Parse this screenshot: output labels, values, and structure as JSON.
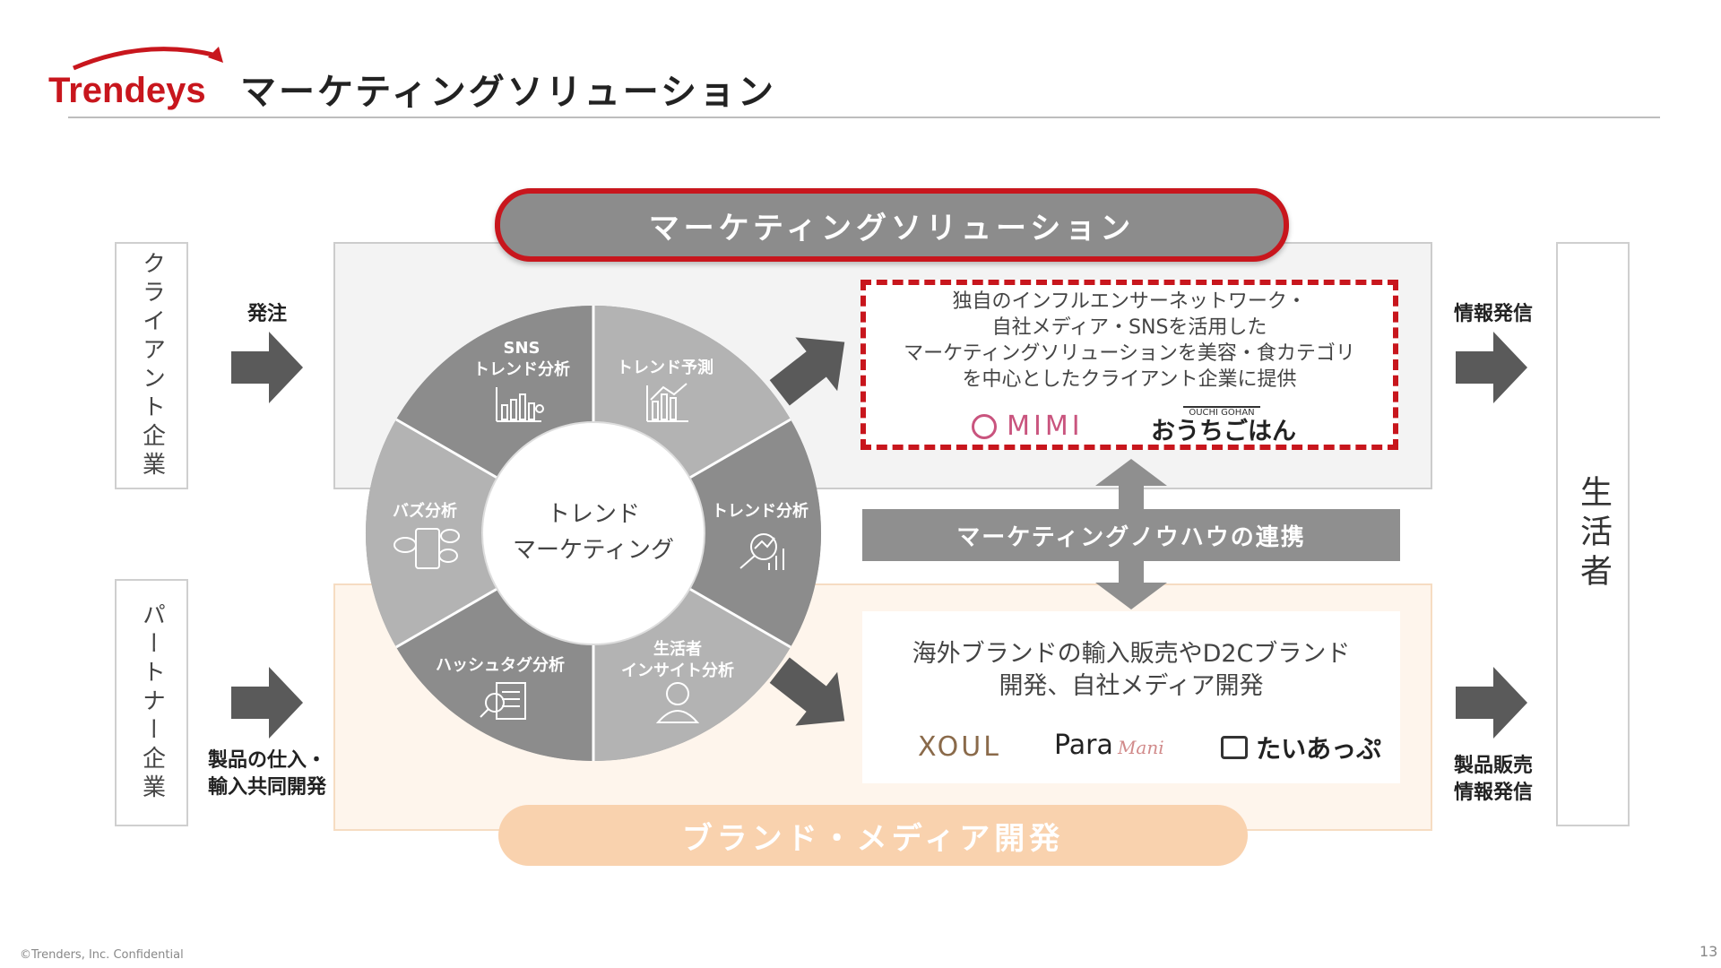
{
  "header": {
    "logo_text": "Trendeys",
    "title": "マーケティングソリューション"
  },
  "left": {
    "client": "クライアント企業",
    "partner": "パートナー企業",
    "order_label": "発注",
    "supply_label_1": "製品の仕入・",
    "supply_label_2": "輸入共同開発"
  },
  "right": {
    "consumer": "生活者",
    "info_label": "情報発信",
    "sales_label_1": "製品販売",
    "sales_label_2": "情報発信"
  },
  "marketing_solution": {
    "banner": "マーケティングソリューション",
    "desc_1": "独自のインフルエンサーネットワーク・",
    "desc_2": "自社メディア・SNSを活用した",
    "desc_3": "マーケティングソリューションを美容・食カテゴリ",
    "desc_4": "を中心としたクライアント企業に提供",
    "brand_mimi": "MIMI",
    "brand_ouchi_small": "OUCHI GOHAN",
    "brand_ouchi": "おうちごはん"
  },
  "linkage": "マーケティングノウハウの連携",
  "brand_media": {
    "banner": "ブランド・メディア開発",
    "desc_1": "海外ブランドの輸入販売やD2Cブランド",
    "desc_2": "開発、自社メディア開発",
    "brand_xoul": "XOUL",
    "brand_para": "Para",
    "brand_para_script": "Mani",
    "brand_taiappu": "たいあっぷ"
  },
  "ring": {
    "center_1": "トレンド",
    "center_2": "マーケティング",
    "seg_sns_1": "SNS",
    "seg_sns_2": "トレンド分析",
    "seg_forecast": "トレンド予測",
    "seg_trend": "トレンド分析",
    "seg_consumer_1": "生活者",
    "seg_consumer_2": "インサイト分析",
    "seg_hashtag": "ハッシュタグ分析",
    "seg_buzz": "バズ分析"
  },
  "footer": {
    "copyright": "©Trenders, Inc.  Confidential",
    "page": "13"
  },
  "colors": {
    "brand_red": "#c8161d",
    "ring_gray": "#8c8c8c",
    "ring_light": "#b3b3b3",
    "peach": "#f9d2ae"
  }
}
